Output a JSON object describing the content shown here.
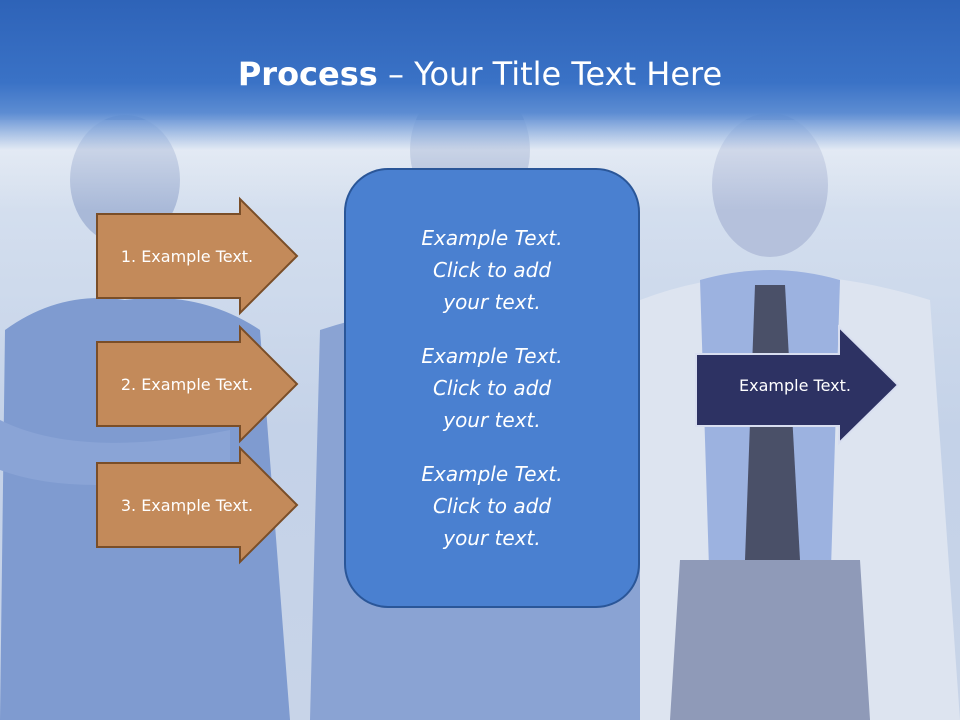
{
  "title": {
    "bold": "Process",
    "rest": " – Your Title Text Here"
  },
  "left_steps": [
    {
      "label": "1. Example Text."
    },
    {
      "label": "2. Example Text."
    },
    {
      "label": "3. Example Text."
    }
  ],
  "center_box": {
    "paragraphs": [
      "Example Text.\nClick  to add\nyour text.",
      "Example Text.\nClick  to add\nyour text.",
      "Example Text.\nClick  to add\nyour text."
    ]
  },
  "output_step": {
    "label": "Example Text."
  },
  "colors": {
    "header": "#3a72c6",
    "step_fill": "#c38a5a",
    "step_border": "#7a4e28",
    "center_fill": "#4a80d0",
    "center_border": "#2a5698",
    "output_fill": "#2d3263",
    "output_border": "#d8def0"
  }
}
